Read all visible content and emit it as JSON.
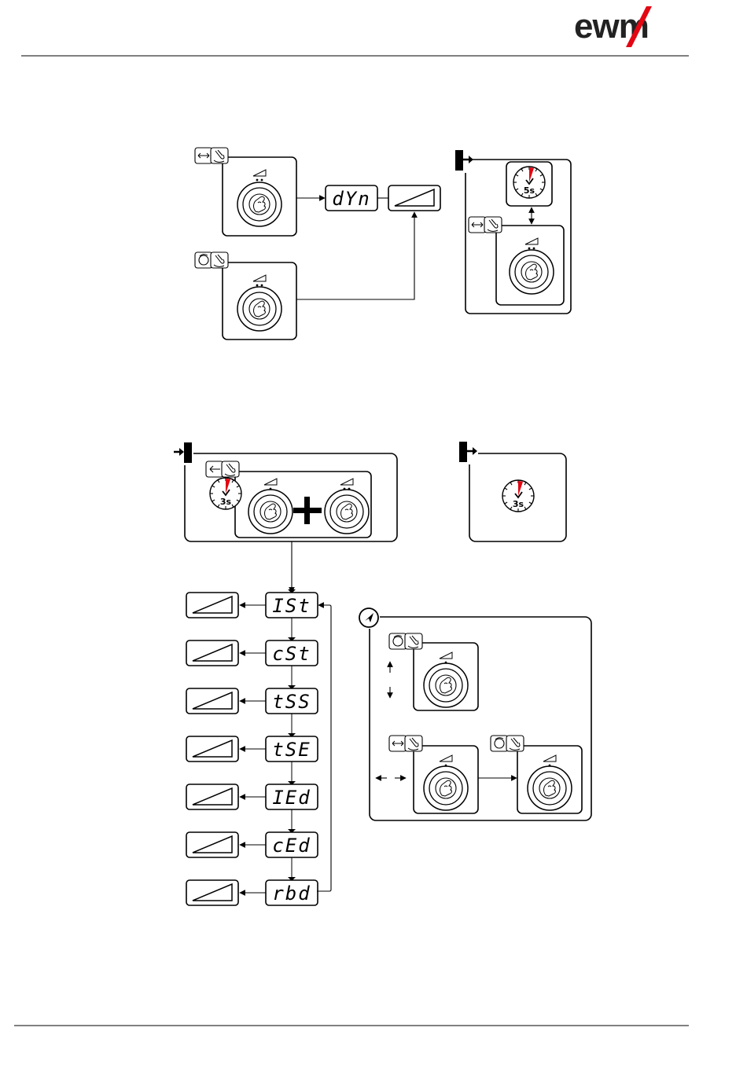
{
  "header": {
    "logo_text": "ewm",
    "logo_color": "#222222",
    "logo_accent_color": "#e30613"
  },
  "diagram_top": {
    "display_code": "dYn",
    "timer_label": "5s",
    "icons": [
      "exchange-button-icon",
      "rotary-push-button-icon",
      "knob-icon",
      "door-exit-icon",
      "timer-icon",
      "ramp-icon"
    ]
  },
  "diagram_bottom": {
    "enter_timer_label": "3s",
    "exit_timer_label": "3s",
    "param_codes": [
      "ISt",
      "cSt",
      "tSS",
      "tSE",
      "IEd",
      "cEd",
      "rbd"
    ],
    "icons": [
      "door-enter-icon",
      "back-button-icon",
      "plus-icon",
      "navigation-icon",
      "up-down-arrows-icon",
      "left-right-arrows-icon"
    ]
  }
}
